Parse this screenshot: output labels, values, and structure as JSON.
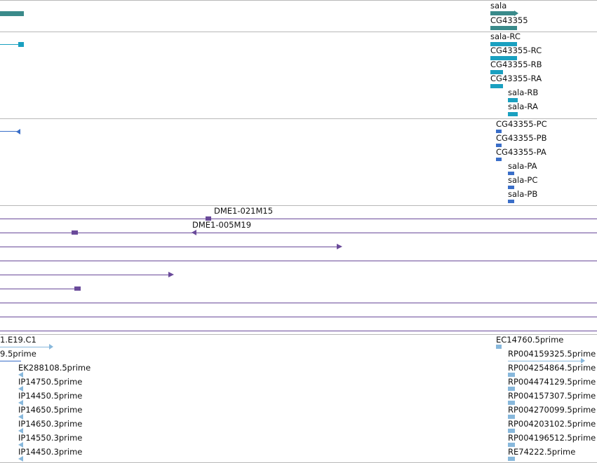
{
  "colors": {
    "gene": "#3a8a8a",
    "transcript": "#1aa0c0",
    "protein": "#3a6ec8",
    "clone": "#6a4a9a",
    "est": "#88b8dc",
    "divider": "#b8b8b8"
  },
  "gene_track": {
    "features": [
      "sala",
      "CG43355"
    ]
  },
  "transcript_track": {
    "features": [
      "sala-RC",
      "CG43355-RC",
      "CG43355-RB",
      "CG43355-RA",
      "sala-RB",
      "sala-RA"
    ]
  },
  "protein_track": {
    "features": [
      "CG43355-PC",
      "CG43355-PB",
      "CG43355-PA",
      "sala-PA",
      "sala-PC",
      "sala-PB"
    ]
  },
  "clone_track": {
    "features": [
      "DME1-021M15",
      "DME1-005M19"
    ]
  },
  "est_track": {
    "left_labels": [
      "1.E19.C1",
      "9.5prime"
    ],
    "left_features": [
      "EK288108.5prime",
      "IP14750.5prime",
      "IP14450.5prime",
      "IP14650.5prime",
      "IP14650.3prime",
      "IP14550.3prime",
      "IP14450.3prime"
    ],
    "right_features": [
      "EC14760.5prime",
      "RP004159325.5prime",
      "RP004254864.5prime",
      "RP004474129.5prime",
      "RP004157307.5prime",
      "RP004270099.5prime",
      "RP004203102.5prime",
      "RP004196512.5prime",
      "RE74222.5prime"
    ]
  }
}
